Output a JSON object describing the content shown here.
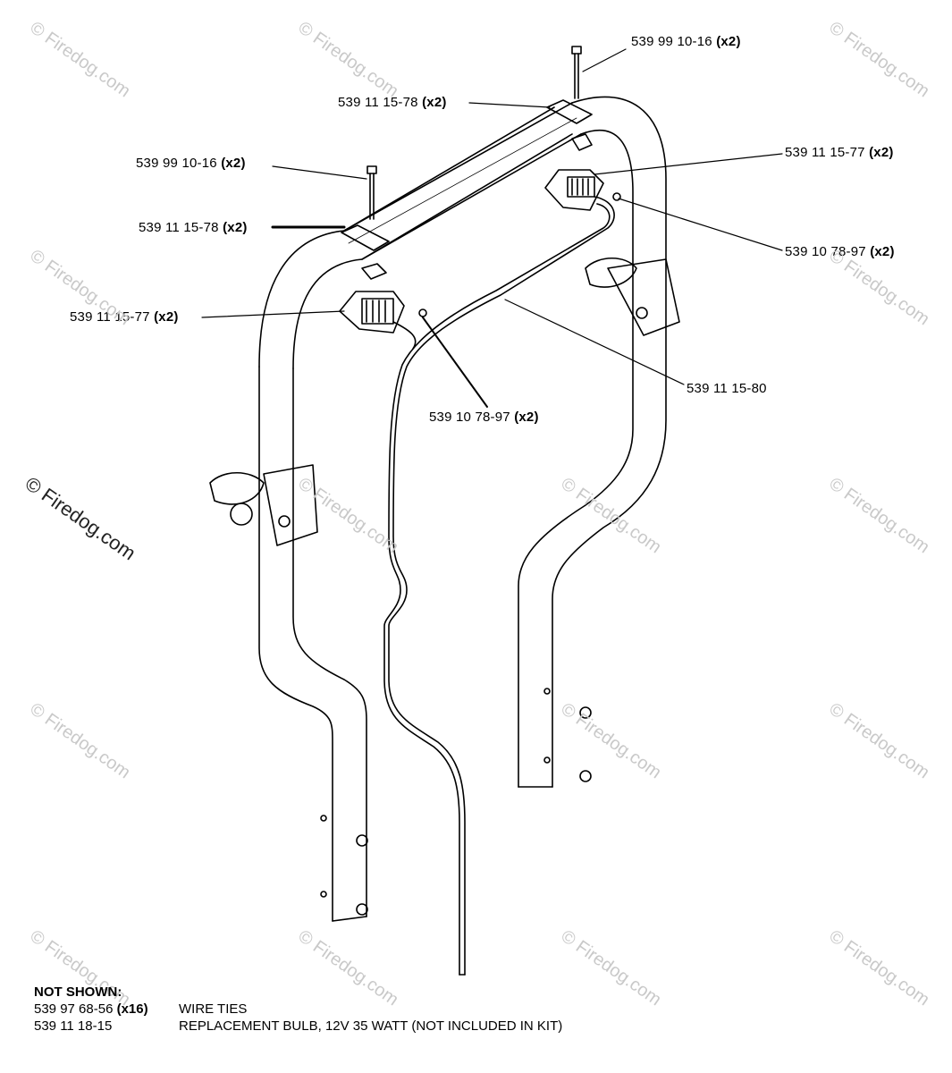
{
  "callouts": [
    {
      "part": "539 99 10-16",
      "qty": "(x2)"
    },
    {
      "part": "539 11 15-78",
      "qty": "(x2)"
    },
    {
      "part": "539 99 10-16",
      "qty": "(x2)"
    },
    {
      "part": "539 11 15-77",
      "qty": "(x2)"
    },
    {
      "part": "539 11 15-78",
      "qty": "(x2)"
    },
    {
      "part": "539 10 78-97",
      "qty": "(x2)"
    },
    {
      "part": "539 11 15-77",
      "qty": "(x2)"
    },
    {
      "part": "539 11 15-80",
      "qty": ""
    },
    {
      "part": "539 10 78-97",
      "qty": "(x2)"
    }
  ],
  "not_shown": {
    "heading": "NOT SHOWN:",
    "items": [
      {
        "part": "539 97 68-56",
        "qty": "(x16)",
        "desc": "WIRE TIES"
      },
      {
        "part": "539 11 18-15",
        "qty": "",
        "desc": "REPLACEMENT BULB, 12V 35 WATT (NOT INCLUDED IN KIT)"
      }
    ]
  },
  "watermark": "© Firedog.com",
  "colors": {
    "line": "#000000",
    "watermark": "#c9c9c9"
  }
}
